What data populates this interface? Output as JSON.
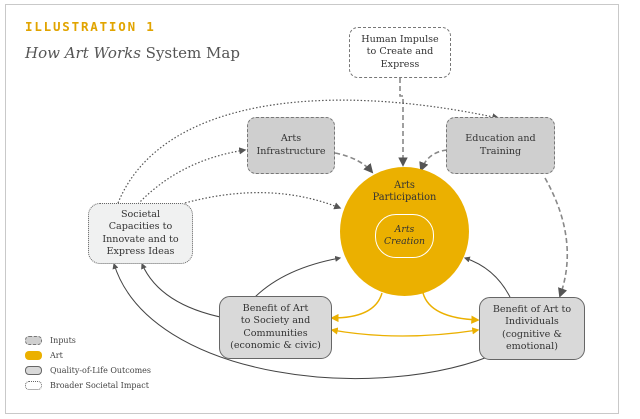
{
  "header": {
    "illustration_label": "ILLUSTRATION 1",
    "title_italic": "How Art Works",
    "title_rest": " System Map"
  },
  "nodes": {
    "human_impulse": {
      "lines": [
        "Human Impulse",
        "to Create and",
        "Express"
      ],
      "type": "input"
    },
    "arts_infrastructure": {
      "lines": [
        "Arts",
        "Infrastructure"
      ],
      "type": "input"
    },
    "education_training": {
      "lines": [
        "Education and",
        "Training"
      ],
      "type": "input"
    },
    "arts_participation": {
      "lines": [
        "Arts",
        "Participation"
      ],
      "type": "art"
    },
    "arts_creation": {
      "lines": [
        "Arts",
        "Creation"
      ],
      "type": "art"
    },
    "societal_capacities": {
      "lines": [
        "Societal",
        "Capacities to",
        "Innovate and to",
        "Express Ideas"
      ],
      "type": "broader-societal-impact"
    },
    "benefit_society": {
      "lines": [
        "Benefit of Art",
        "to Society and",
        "Communities",
        "(economic & civic)"
      ],
      "type": "quality-of-life-outcome"
    },
    "benefit_individuals": {
      "lines": [
        "Benefit of Art to",
        "Individuals",
        "(cognitive &",
        "emotional)"
      ],
      "type": "quality-of-life-outcome"
    }
  },
  "legend": [
    {
      "label": "Inputs",
      "style": "inputs"
    },
    {
      "label": "Art",
      "style": "art"
    },
    {
      "label": "Quality-of-Life Outcomes",
      "style": "outcomes"
    },
    {
      "label": "Broader Societal Impact",
      "style": "societal"
    }
  ],
  "colors": {
    "accent_gold": "#ebb000",
    "label_gold": "#e1a400",
    "input_fill": "#cfcfcf",
    "outcome_fill": "#d9d9d9",
    "societal_fill": "#f0f1f1",
    "stroke": "#666666"
  }
}
